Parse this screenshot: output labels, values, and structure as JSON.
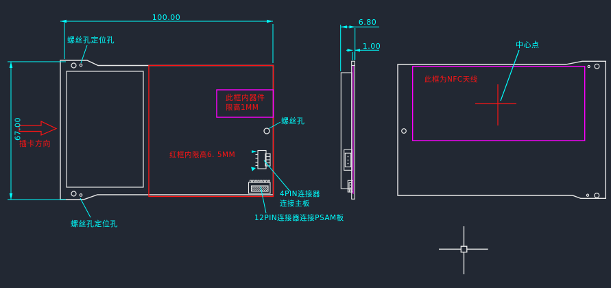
{
  "canvas": {
    "background": "#222833",
    "colors": {
      "outline_white": "#e8e8e8",
      "dimension_cyan": "#00ffff",
      "annotation_red": "#ff1414",
      "zone_magenta": "#ff00ff"
    }
  },
  "front_view": {
    "width_dim": "100.00",
    "height_dim": "67.00",
    "top_hole_label": "螺丝孔定位孔",
    "bottom_hole_label": "螺丝孔定位孔",
    "screw_hole_label": "螺丝孔",
    "card_direction_label": "插卡方向",
    "height_zone_note_line1": "此框内器件",
    "height_zone_note_line2": "限高1MM",
    "red_zone_note": "红框内限高6. 5MM",
    "pin4_label_line1": "4PIN连接器",
    "pin4_label_line2": "连接主板",
    "pin12_label": "12PIN连接器连接PSAM板"
  },
  "side_view": {
    "total_height_dim": "6.80",
    "pcb_thickness_dim": "1.00"
  },
  "back_view": {
    "center_label": "中心点",
    "nfc_note": "此框为NFC天线"
  }
}
